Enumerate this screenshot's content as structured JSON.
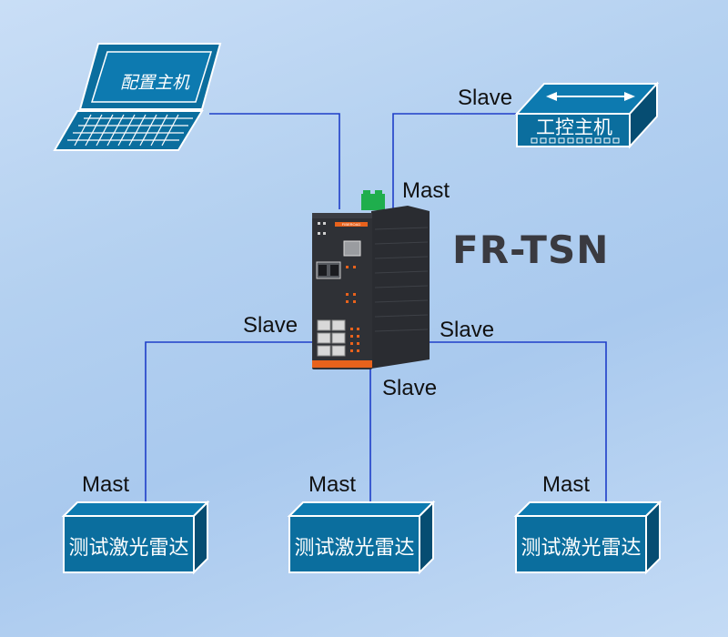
{
  "diagram": {
    "device_model": "FR-TSN",
    "device_brand": "FIBEROAD",
    "config_host": "配置主机",
    "industrial_pc": "工控主机",
    "lidar_label": "测试激光雷达",
    "role_master": "Mast",
    "role_slave": "Slave"
  },
  "colors": {
    "box_fill": "#0b6e9e",
    "box_dark": "#064d72",
    "line": "#1e3ec8",
    "device_body": "#2f3136",
    "device_accent": "#e8621c",
    "terminal_green": "#1fae4d"
  },
  "icons": [
    "laptop-icon",
    "network-switch-icon",
    "industrial-switch-device",
    "lidar-box-icon"
  ]
}
